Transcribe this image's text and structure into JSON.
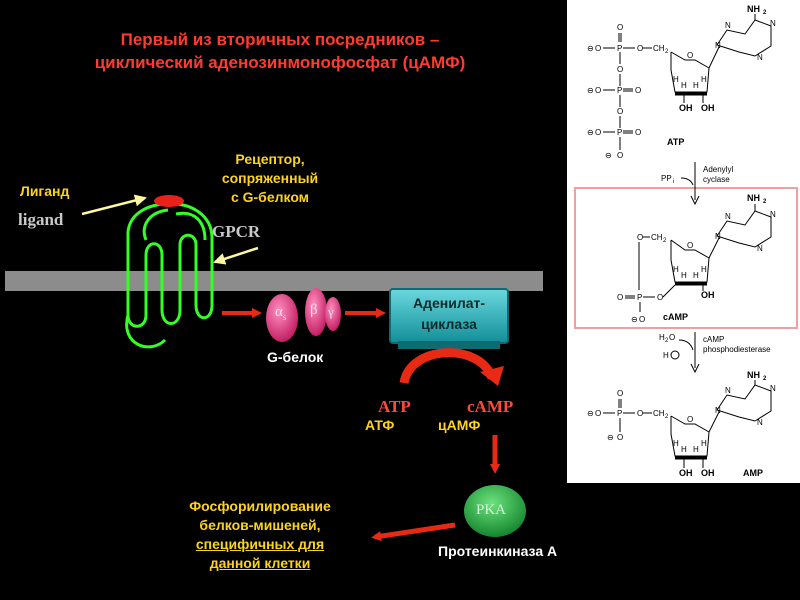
{
  "title": {
    "line1": "Первый из вторичных посредников –",
    "line2": "циклический аденозинмонофосфат (цАМФ)"
  },
  "ligand": {
    "ru": "Лиганд",
    "en": "ligand"
  },
  "receptor": {
    "line1": "Рецептор,",
    "line2": "сопряженный",
    "line3": "с G-белком",
    "abbr": "GPCR"
  },
  "gprotein": {
    "alpha": "α",
    "alpha_sub": "s",
    "beta": "β",
    "gamma": "γ",
    "label": "G-белок"
  },
  "adenylate": {
    "line1": "Аденилат-",
    "line2": "циклаза"
  },
  "reaction": {
    "atp_en": "ATP",
    "camp_en": "cAMP",
    "atp_ru": "АТФ",
    "camp_ru": "цАМФ"
  },
  "pka": {
    "abbr": "PKA",
    "label": "Протеинкиназа А"
  },
  "phospho": {
    "line1": "Фосфорилирование",
    "line2": "белков-мишеней,",
    "line3": "специфичных для",
    "line4": "данной клетки"
  },
  "chem": {
    "nh2": "NH",
    "nh2_sub": "2",
    "ch2": "CH",
    "ch2_sub": "2",
    "o": "O",
    "p": "P",
    "h": "H",
    "oh": "OH",
    "n": "N",
    "minus": "⊖",
    "atp": "ATP",
    "camp": "cAMP",
    "amp": "AMP",
    "pp": "PP",
    "pp_sub": "i",
    "enzyme1_l1": "Adenylyl",
    "enzyme1_l2": "cyclase",
    "h2o": "H",
    "h2o_sub": "2",
    "h2o_o": "O",
    "hplus": "H",
    "enzyme2_l1": "cAMP",
    "enzyme2_l2": "phosphodiesterase"
  },
  "colors": {
    "title": "#ff3b2f",
    "yellow_label": "#ffd21f",
    "membrane": "#8c8c8c",
    "receptor_green": "#33ff22",
    "arrow_red": "#e82a15",
    "gprotein_pink": "#d8337a",
    "adenylate_teal": "#19b2bc",
    "pka_green": "#1fae3c",
    "highlight_box": "#f1a0a0"
  }
}
